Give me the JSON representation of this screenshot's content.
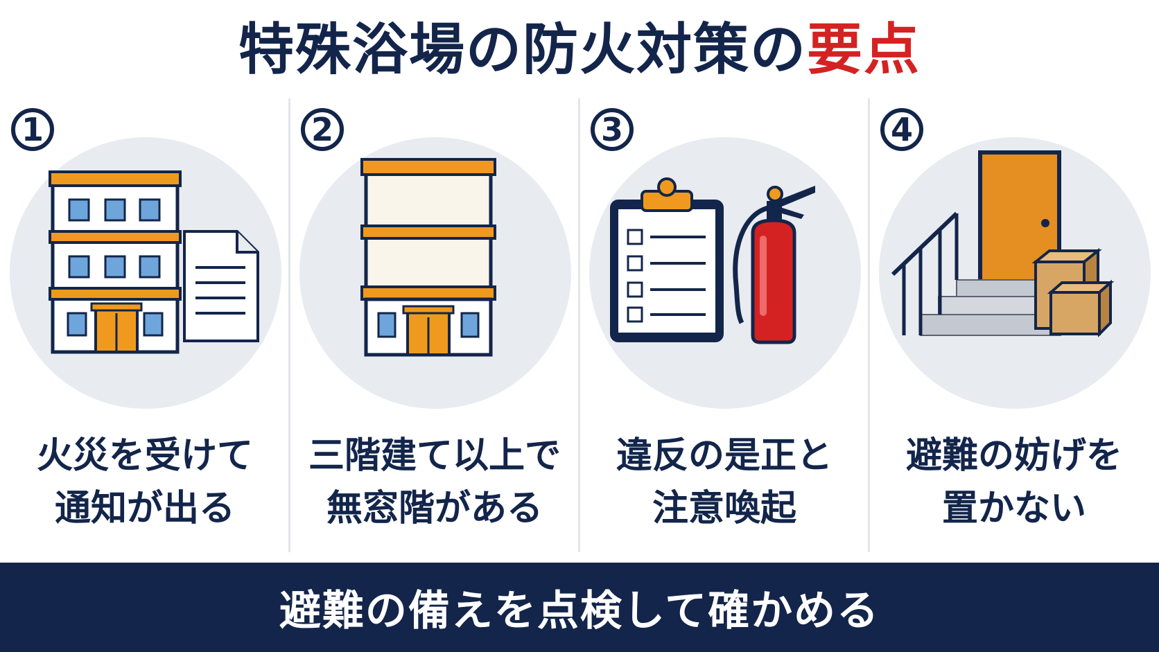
{
  "title": {
    "main": "特殊浴場の防火対策の",
    "accent": "要点"
  },
  "colors": {
    "navy": "#13254a",
    "accent_red": "#d42222",
    "orange": "#ef9a1e",
    "circle_bg": "#e8ebf0",
    "window_blue": "#6ea6dc",
    "extinguisher_red": "#d42222",
    "box_tan": "#d8a664"
  },
  "panels": [
    {
      "number": "1",
      "icon": "building-with-notice-document-icon",
      "caption_line1": "火災を受けて",
      "caption_line2": "通知が出る"
    },
    {
      "number": "2",
      "icon": "three-story-windowless-building-icon",
      "caption_line1": "三階建て以上で",
      "caption_line2": "無窓階がある"
    },
    {
      "number": "3",
      "icon": "checklist-clipboard-and-fire-extinguisher-icon",
      "caption_line1": "違反の是正と",
      "caption_line2": "注意喚起"
    },
    {
      "number": "4",
      "icon": "door-stairs-and-boxes-icon",
      "caption_line1": "避難の妨げを",
      "caption_line2": "置かない"
    }
  ],
  "banner": {
    "text": "避難の備えを点検して確かめる"
  }
}
